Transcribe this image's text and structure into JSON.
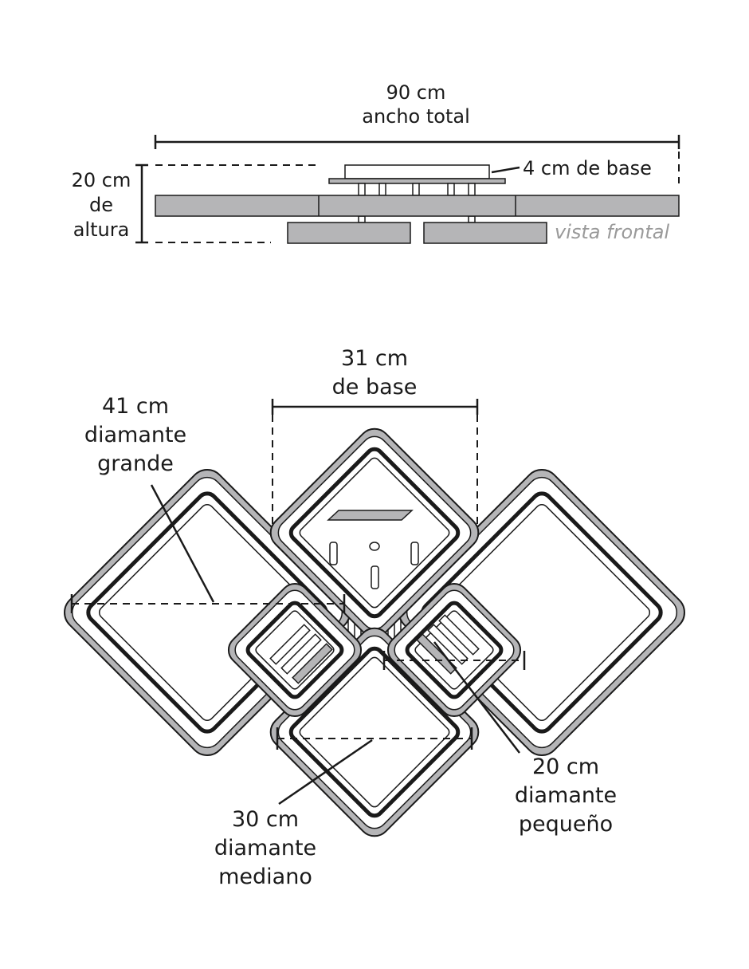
{
  "front_view": {
    "width_value": "90 cm",
    "width_caption": "ancho total",
    "height_value": "20 cm",
    "height_caption_1": "de",
    "height_caption_2": "altura",
    "base_label": "4 cm de base",
    "view_label": "vista frontal",
    "view_label_color": "#9a9a9a",
    "panel_color": "#b5b5b7"
  },
  "top_view": {
    "base_value": "31 cm",
    "base_caption": "de base",
    "large": {
      "value": "41 cm",
      "line1": "diamante",
      "line2": "grande"
    },
    "medium": {
      "value": "30 cm",
      "line1": "diamante",
      "line2": "mediano"
    },
    "small": {
      "value": "20 cm",
      "line1": "diamante",
      "line2": "pequeño"
    },
    "frame_color": "#b5b5b7",
    "ring_color": "#1a1a1a"
  }
}
